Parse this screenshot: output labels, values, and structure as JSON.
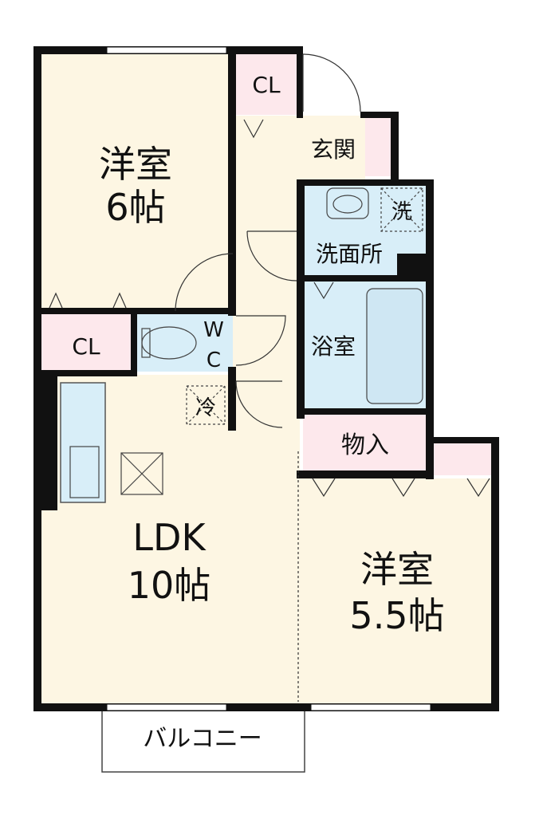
{
  "rooms": {
    "western1": {
      "name": "洋室",
      "size": "6帖"
    },
    "western2": {
      "name": "洋室",
      "size": "5.5帖"
    },
    "ldk": {
      "name": "LDK",
      "size": "10帖"
    },
    "closet_top": "CL",
    "closet_mid": "CL",
    "entrance": "玄関",
    "washroom": "洗面所",
    "washer": "洗",
    "toilet_w": "W",
    "toilet_c": "C",
    "bath": "浴室",
    "storage": "物入",
    "fridge": "冷",
    "balcony": "バルコニー"
  },
  "colors": {
    "floor": "#fdf6e3",
    "closet": "#fde8ec",
    "wet": "#d8eef8",
    "wall": "#111111"
  }
}
